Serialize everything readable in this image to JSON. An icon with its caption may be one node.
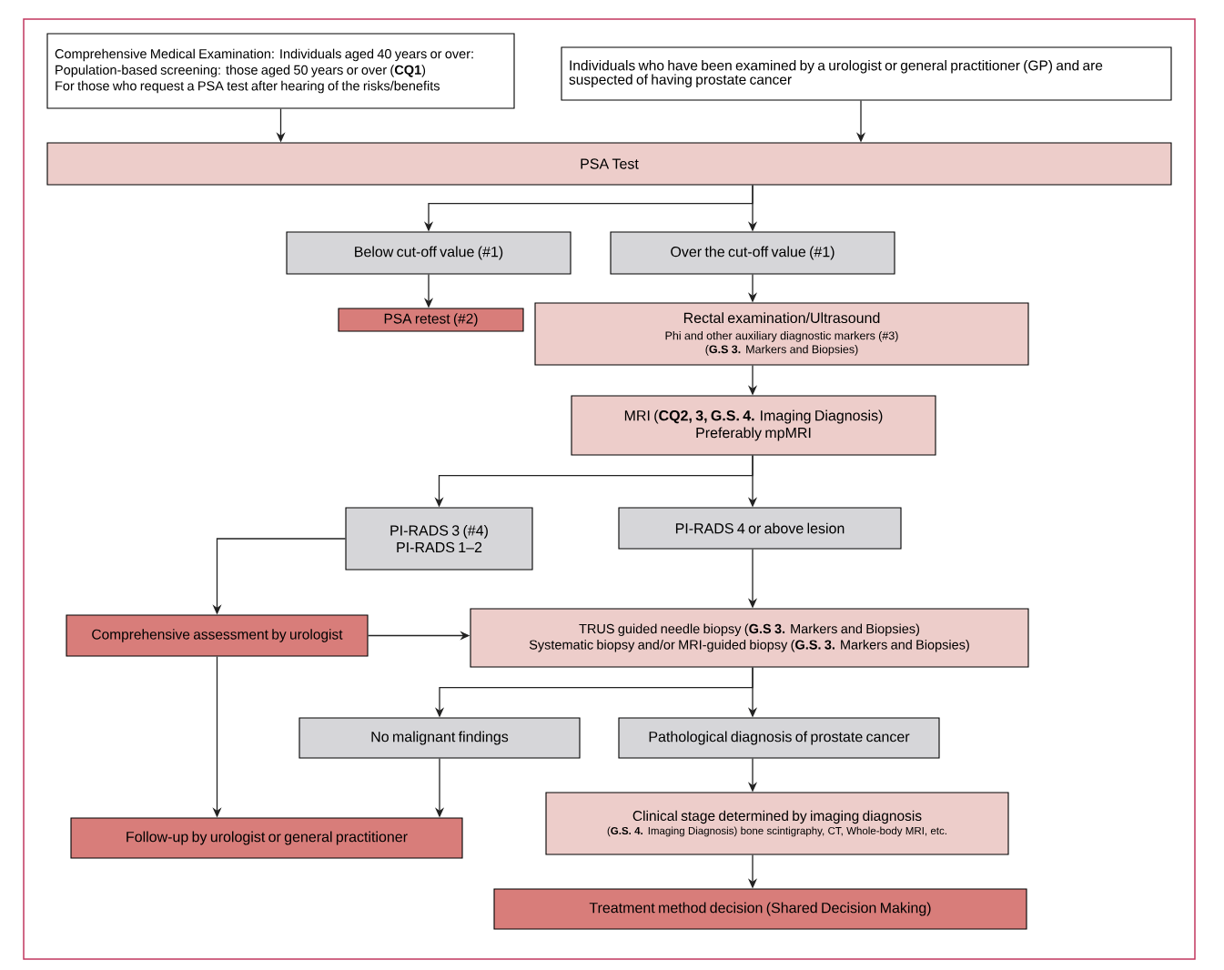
{
  "diagram": {
    "nodes": [
      {
        "text": [
          "Comprehensive Medical Examination: Individuals aged 40 years or over: Population-based screening: those aged 50 years or over (**CQ1**)",
          "For those who request a PSA test after hearing of the risks/benefits"
        ]
      },
      {
        "text": [
          "Individuals who have been examined by a urologist or general practitioner (GP) and are suspected of having prostate cancer"
        ]
      },
      {
        "text": [
          "PSA Test"
        ]
      },
      {
        "text": [
          "Below cut-off value (#1)"
        ]
      },
      {
        "text": [
          "Over the cut-off value (#1)"
        ]
      },
      {
        "text": [
          "PSA retest (#2)"
        ]
      },
      {
        "text": [
          "Rectal examination/Ultrasound",
          "Phi and other auxiliary diagnostic markers (#3)",
          "(**G.S 3.** Markers and Biopsies)"
        ]
      },
      {
        "text": [
          "MRI (**CQ2, 3, G.S. 4.** Imaging Diagnosis)",
          "Preferably mpMRI"
        ]
      },
      {
        "text": [
          "PI-RADS 3 (#4)",
          "PI-RADS 1–2"
        ]
      },
      {
        "text": [
          "PI-RADS 4 or above lesion"
        ]
      },
      {
        "text": [
          "Comprehensive assessment by urologist"
        ]
      },
      {
        "text": [
          "TRUS guided needle biopsy (**G.S 3.** Markers and Biopsies)",
          "Systematic biopsy and/or MRI-guided biopsy (**G.S. 3.** Markers and Biopsies)"
        ]
      },
      {
        "text": [
          "No malignant findings"
        ]
      },
      {
        "text": [
          "Pathological diagnosis of prostate cancer"
        ]
      },
      {
        "text": [
          "Follow-up by urologist or general practitioner"
        ]
      },
      {
        "text": [
          "Clinical stage determined by imaging diagnosis",
          "(**G.S. 4.** Imaging Diagnosis) bone scintigraphy, CT, Whole-body MRI, etc."
        ]
      },
      {
        "text": [
          "Treatment method decision (Shared Decision Making)"
        ]
      }
    ],
    "edges": [
      {
        "from": 0,
        "to": 2,
        "arrow": "to"
      },
      {
        "from": 1,
        "to": 2,
        "arrow": "to"
      },
      {
        "from": 2,
        "to": 3,
        "arrow": "to"
      },
      {
        "from": 2,
        "to": 4,
        "arrow": "to"
      },
      {
        "from": 3,
        "to": 5,
        "arrow": "to"
      },
      {
        "from": 4,
        "to": 6,
        "arrow": "to"
      },
      {
        "from": 6,
        "to": 7,
        "arrow": "to"
      },
      {
        "from": 7,
        "to": 8,
        "arrow": "to"
      },
      {
        "from": 7,
        "to": 9,
        "arrow": "to"
      },
      {
        "from": 8,
        "to": 10,
        "arrow": "to"
      },
      {
        "from": 9,
        "to": 11,
        "arrow": "to"
      },
      {
        "from": 10,
        "to": 11,
        "arrow": "to"
      },
      {
        "from": 11,
        "to": 12,
        "arrow": "to"
      },
      {
        "from": 11,
        "to": 13,
        "arrow": "to"
      },
      {
        "from": 10,
        "to": 14,
        "arrow": "to"
      },
      {
        "from": 12,
        "to": 14,
        "arrow": "to"
      },
      {
        "from": 13,
        "to": 15,
        "arrow": "to"
      },
      {
        "from": 15,
        "to": 16,
        "arrow": "to"
      }
    ]
  }
}
